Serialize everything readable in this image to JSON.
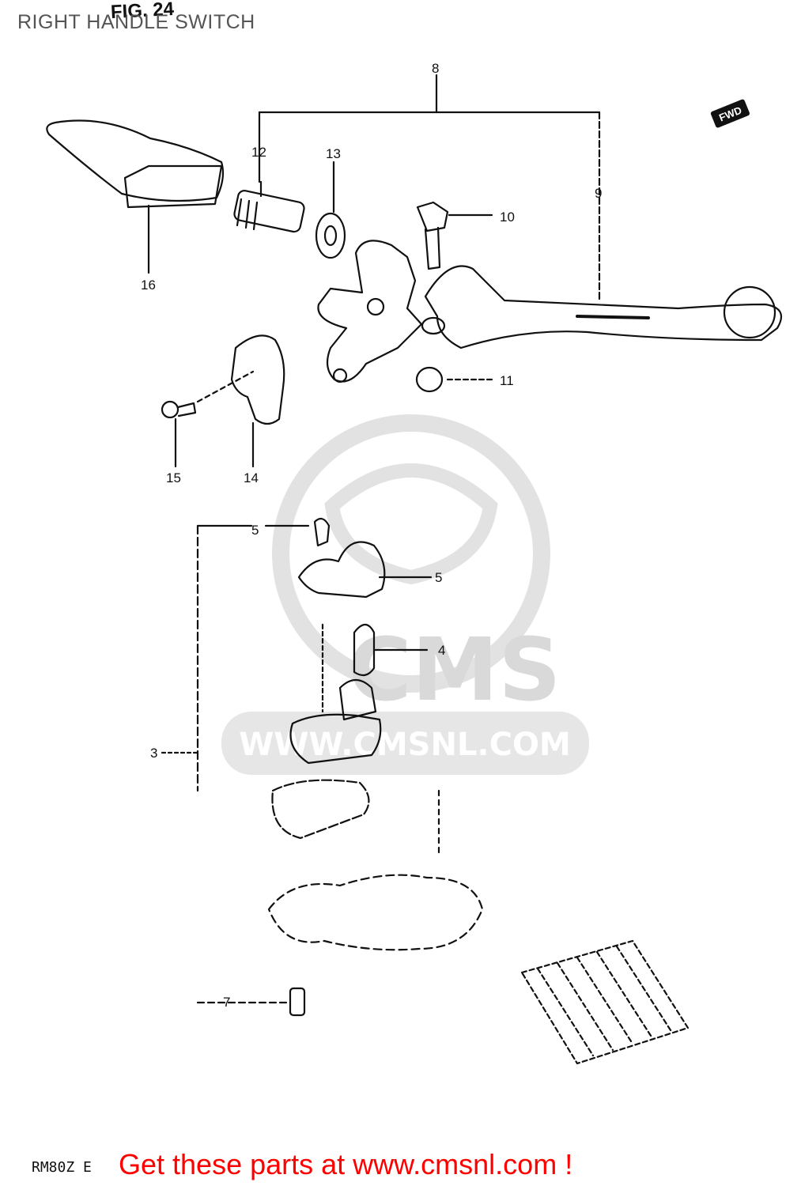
{
  "header": {
    "fig_label": "FIG. 24",
    "title": "RIGHT HANDLE SWITCH"
  },
  "badge": {
    "text": "FWD"
  },
  "callouts": {
    "c3": "3",
    "c4": "4",
    "c5a": "5",
    "c5b": "5",
    "c7": "7",
    "c8": "8",
    "c9": "9",
    "c10": "10",
    "c11": "11",
    "c12": "12",
    "c13": "13",
    "c14": "14",
    "c15": "15",
    "c16": "16"
  },
  "watermark": {
    "brand": "CMS",
    "url": "WWW.CMSNL.COM"
  },
  "footer": {
    "model_code": "RM80Z E",
    "link_text": "Get these parts at www.cmsnl.com !"
  },
  "colors": {
    "line": "#111111",
    "watermark": "#d9d9d9",
    "footer_link": "#ff0000"
  }
}
